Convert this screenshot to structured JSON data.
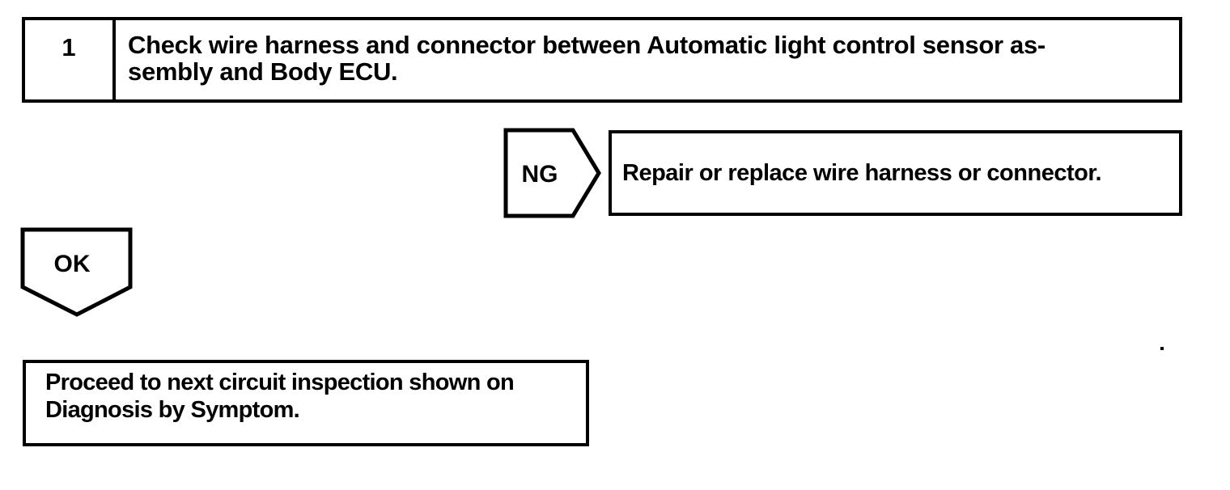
{
  "page": {
    "background_color": "#ffffff",
    "ink_color": "#000000"
  },
  "flowchart": {
    "step": {
      "number": "1",
      "instruction_line1": "Check wire harness and connector between Automatic light control sensor as-",
      "instruction_line2": "sembly and Body ECU."
    },
    "ng_branch": {
      "connector_label": "NG",
      "result": "Repair or replace wire harness or connector."
    },
    "ok_branch": {
      "connector_label": "OK",
      "result_line1": "Proceed to next circuit inspection shown on",
      "result_line2": "Diagnosis by Symptom."
    }
  }
}
